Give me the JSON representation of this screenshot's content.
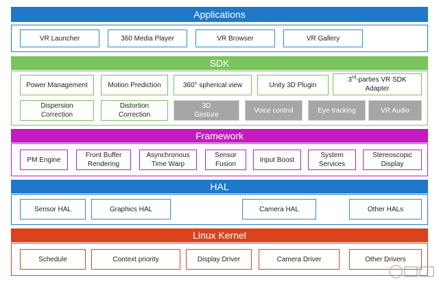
{
  "colors": {
    "applications": "#1f78c8",
    "sdk": "#7cc35e",
    "framework": "#c31bbf",
    "hal": "#1f78c8",
    "kernel": "#d9441c",
    "gray_box": "#a6a6a6"
  },
  "applications": {
    "title": "Applications",
    "items": [
      "VR Launcher",
      "360 Media Player",
      "VR Browser",
      "VR Gallery"
    ]
  },
  "sdk": {
    "title": "SDK",
    "row1": [
      "Power Management",
      "Motion Prediction",
      "360°  spherical view",
      "Unity 3D Plugin"
    ],
    "thirdparty_sup": "rd",
    "thirdparty_pre": "3",
    "thirdparty_rest": "-parties VR SDK\nAdapter",
    "row2": [
      "Dispersion\nCorrection",
      "Distortion\nCorrection"
    ],
    "row2_gray": [
      "3D\nGesture",
      "Voice control",
      "Eye tracking",
      "VR Audio"
    ]
  },
  "framework": {
    "title": "Framework",
    "items": [
      "PM Engine",
      "Front Buffer\nRendering",
      "Asynchronous\nTime Warp",
      "Sensor\nFusion",
      "Input Boost",
      "System\nServices",
      "Stereoscopic\nDisplay"
    ]
  },
  "hal": {
    "title": "HAL",
    "items": [
      "Sensor HAL",
      "Graphics HAL",
      "Camera HAL",
      "Other HALs"
    ]
  },
  "kernel": {
    "title": "Linux Kernel",
    "items": [
      "Schedule",
      "Context priority",
      "Display Driver",
      "Camera Driver",
      "Other Drivers"
    ]
  }
}
